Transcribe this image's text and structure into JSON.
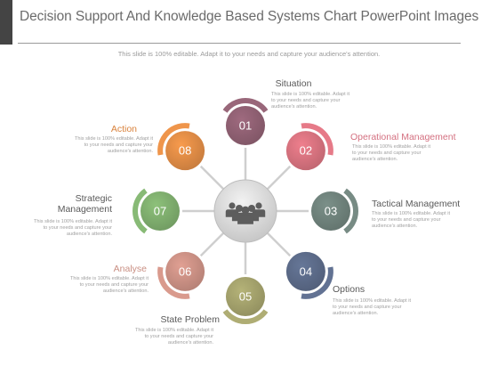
{
  "title": "Decision Support And Knowledge Based Systems Chart PowerPoint Images",
  "subtitle": "This slide is 100% editable. Adapt it to your needs and capture your audience's attention.",
  "colors": {
    "hub": "#d4d4d4",
    "hub_icon": "#5d5d5d",
    "spoke": "#cfcfcf"
  },
  "hub": {
    "icon": "people-group-icon"
  },
  "nodes": [
    {
      "num": "01",
      "label": "Situation",
      "desc": "This slide is 100% editable. Adapt it to your needs and capture your audience's attention.",
      "color": "#8e5f71",
      "label_color": "#5a5a5a"
    },
    {
      "num": "02",
      "label": "Operational Management",
      "desc": "This slide is 100% editable. Adapt it to your needs and capture your audience's attention.",
      "color": "#d5717e",
      "label_color": "#d47080"
    },
    {
      "num": "03",
      "label": "Tactical Management",
      "desc": "This slide is 100% editable. Adapt it to your needs and capture your audience's attention.",
      "color": "#6e817a",
      "label_color": "#5a5a5a"
    },
    {
      "num": "04",
      "label": "Options",
      "desc": "This slide is 100% editable. Adapt it to your needs and capture your audience's attention.",
      "color": "#5b6a88",
      "label_color": "#5a5a5a"
    },
    {
      "num": "05",
      "label": "State Problem",
      "desc": "This slide is 100% editable. Adapt it to your needs and capture your audience's attention.",
      "color": "#a2a06b",
      "label_color": "#5a5a5a"
    },
    {
      "num": "06",
      "label": "Analyse",
      "desc": "This slide is 100% editable. Adapt it to your needs and capture your audience's attention.",
      "color": "#c98f83",
      "label_color": "#c98f83"
    },
    {
      "num": "07",
      "label": "Strategic Management",
      "desc": "This slide is 100% editable. Adapt it to your needs and capture your audience's attention.",
      "color": "#7eac6d",
      "label_color": "#5a5a5a"
    },
    {
      "num": "08",
      "label": "Action",
      "desc": "This slide is 100% editable. Adapt it to your needs and capture your audience's attention.",
      "color": "#dd8a45",
      "label_color": "#d9823c"
    }
  ]
}
